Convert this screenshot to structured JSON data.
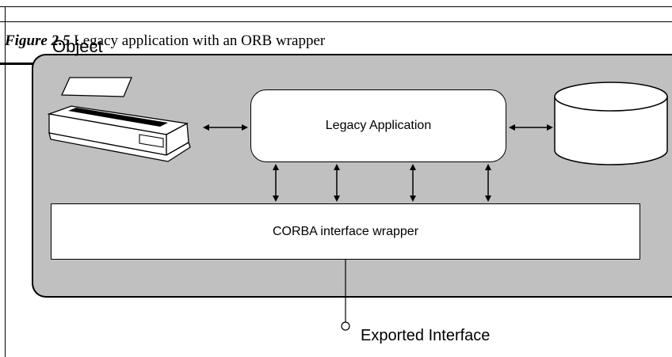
{
  "caption": {
    "label": "Figure 2.5",
    "text": "Legacy application with an ORB wrapper"
  },
  "diagram": {
    "container_label": "Object",
    "legacy_label": "Legacy Application",
    "wrapper_label": "CORBA interface wrapper",
    "interface_label": "Exported Interface",
    "printer_icon": "printer-icon",
    "database_icon": "database-cylinder-icon",
    "colors": {
      "object_fill": "#c0c0c0",
      "box_fill": "#ffffff",
      "stroke": "#000000"
    }
  }
}
